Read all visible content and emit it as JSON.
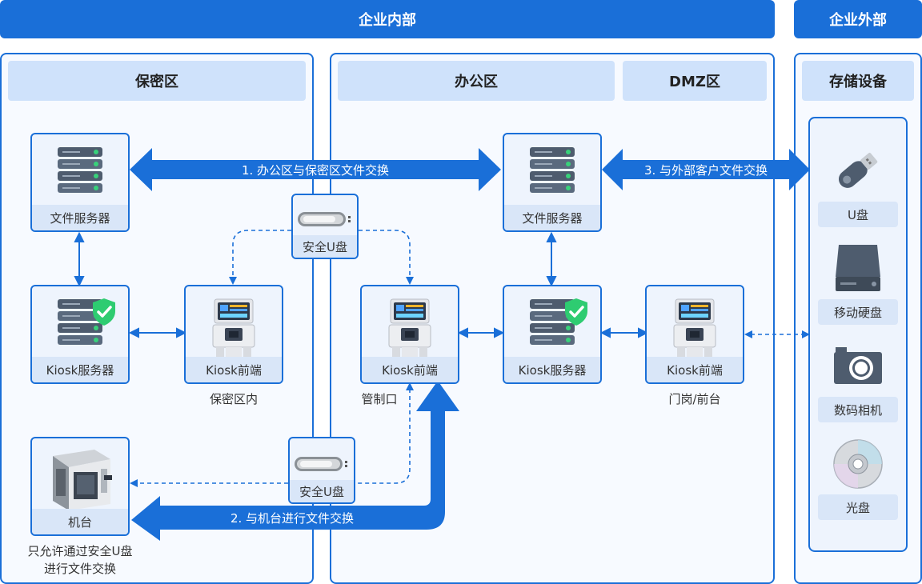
{
  "banners": {
    "internal": "企业内部",
    "external": "企业外部"
  },
  "zones": {
    "secure": "保密区",
    "office": "办公区",
    "dmz": "DMZ区",
    "storage": "存储设备"
  },
  "nodes": {
    "secure_file_server": "文件服务器",
    "secure_kiosk_server": "Kiosk服务器",
    "secure_kiosk_front": "Kiosk前端",
    "machine": "机台",
    "office_kiosk_front": "Kiosk前端",
    "office_file_server": "文件服务器",
    "office_kiosk_server": "Kiosk服务器",
    "dmz_kiosk_front": "Kiosk前端"
  },
  "usb": {
    "top": "安全U盘",
    "bottom": "安全U盘"
  },
  "captions": {
    "secure_inner": "保密区内",
    "control_port": "管制口",
    "gate": "门岗/前台",
    "machine_note_1": "只允许通过安全U盘",
    "machine_note_2": "进行文件交换"
  },
  "flows": {
    "flow1": "1. 办公区与保密区文件交换",
    "flow2": "2. 与机台进行文件交换",
    "flow3": "3. 与外部客户文件交换"
  },
  "storage": {
    "items": [
      {
        "label": "U盘",
        "icon": "usb-drive-icon"
      },
      {
        "label": "移动硬盘",
        "icon": "hard-drive-icon"
      },
      {
        "label": "数码相机",
        "icon": "camera-icon"
      },
      {
        "label": "光盘",
        "icon": "disc-icon"
      }
    ]
  },
  "colors": {
    "primary": "#1a6fd8",
    "zone_header": "#cfe2fb",
    "node_label": "#d9e6f8",
    "shield": "#2ecc71"
  }
}
